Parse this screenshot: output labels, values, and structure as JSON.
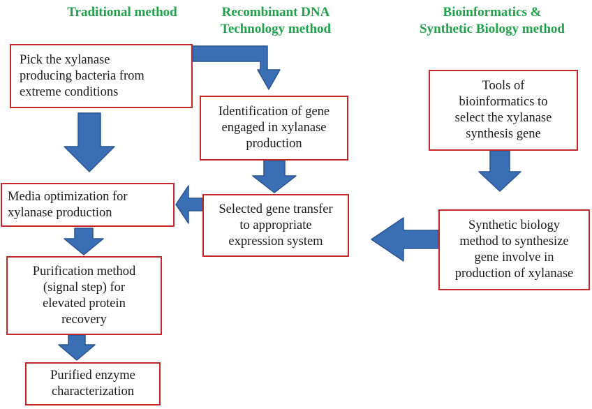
{
  "headers": {
    "traditional": "Traditional method",
    "recombinant": "Recombinant DNA\nTechnology   method",
    "bioinformatics": "Bioinformatics &\nSynthetic Biology method"
  },
  "boxes": {
    "pick_bacteria": "Pick the xylanase\nproducing  bacteria from\nextreme conditions",
    "identification_gene": "Identification of gene\nengaged in xylanase\nproduction",
    "bioinformatics_tools": "Tools of\nbioinformatics to\nselect the xylanase\nsynthesis gene",
    "media_optimization": "Media optimization for\nxylanase production",
    "gene_transfer": "Selected gene transfer\nto appropriate\nexpression system",
    "synthetic_biology": "Synthetic biology\nmethod to synthesize\ngene involve in\nproduction of xylanase",
    "purification": "Purification method\n(signal step) for\nelevated protein\nrecovery",
    "purified_enzyme": "Purified enzyme\ncharacterization"
  },
  "colors": {
    "header_text": "#1fa24a",
    "box_border": "#c6282c",
    "arrow_fill": "#3a6fb5",
    "arrow_stroke": "#2a5590"
  }
}
